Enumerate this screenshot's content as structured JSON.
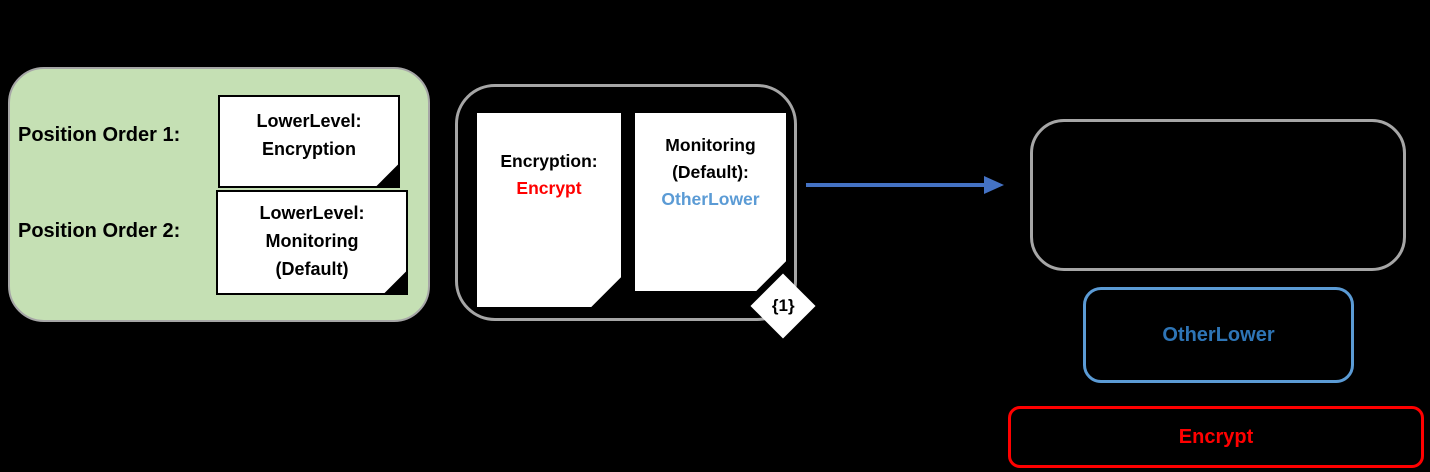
{
  "canvas": {
    "background": "#000000"
  },
  "left_panel": {
    "fill": "#C5E0B4",
    "border_color": "#A6A6A6",
    "rows": [
      {
        "label": "Position Order 1:",
        "note_lines": [
          "LowerLevel:",
          "Encryption"
        ]
      },
      {
        "label": "Position Order 2:",
        "note_lines": [
          "LowerLevel:",
          "Monitoring",
          "(Default)"
        ]
      }
    ]
  },
  "middle_panel": {
    "border_color": "#A6A6A6",
    "note_encryption": {
      "title": "Encryption:",
      "value": "Encrypt",
      "value_color": "#FF0000"
    },
    "note_monitoring": {
      "title_line1": "Monitoring",
      "title_line2": "(Default):",
      "value": "OtherLower",
      "value_color": "#5B9BD5"
    },
    "badge": "{1}"
  },
  "arrow": {
    "color": "#4472C4"
  },
  "right_panel": {
    "empty_box_border": "#A6A6A6",
    "other_lower_box": {
      "label": "OtherLower",
      "border_color": "#5B9BD5",
      "text_color": "#2E75B6"
    },
    "encrypt_box": {
      "label": "Encrypt",
      "border_color": "#FF0000",
      "text_color": "#FF0000"
    }
  }
}
